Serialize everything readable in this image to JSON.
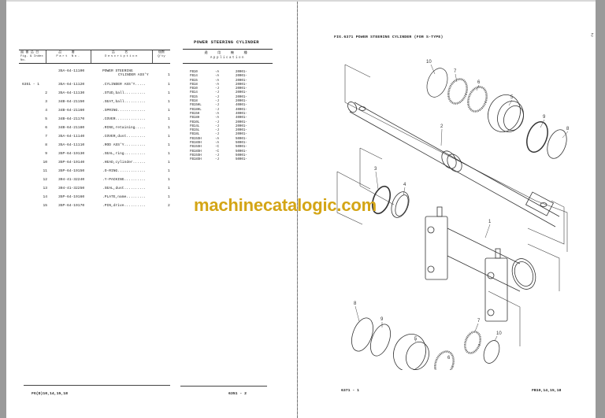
{
  "left_page": {
    "section_title": "POWER STEERING CYLINDER",
    "table_header": {
      "ref_jp": "図 番 品 目",
      "ref_en": "Fig. & Index No.",
      "part_jp": "品 番",
      "part_en": "Part No.",
      "desc_jp": "品 名",
      "desc_en": "Description",
      "qty_jp": "個数",
      "qty_en": "Q'ty"
    },
    "application_header": {
      "jp": "適 用 機 種",
      "en": "Application"
    },
    "parts": [
      {
        "ref": "",
        "part_no": "35A-64-11100",
        "description": "POWER STEERING",
        "description2": "CYLINDER ASS'Y",
        "qty": "1"
      },
      {
        "ref": "6351 - 1",
        "part_no": "35A-64-11120",
        "description": ".CYLINDER ASS'Y.....",
        "qty": "1"
      },
      {
        "ref": "2",
        "part_no": "35A-64-11130",
        "description": ".STUD,ball..........",
        "qty": "1"
      },
      {
        "ref": "3",
        "part_no": "34B-64-21150",
        "description": ".SEAT,ball..........",
        "qty": "1"
      },
      {
        "ref": "4",
        "part_no": "34B-64-21160",
        "description": ".SPRING.............",
        "qty": "1"
      },
      {
        "ref": "5",
        "part_no": "34B-64-21170",
        "description": ".COVER..............",
        "qty": "1"
      },
      {
        "ref": "6",
        "part_no": "34B-64-21180",
        "description": ".RING,retaining.....",
        "qty": "1"
      },
      {
        "ref": "7",
        "part_no": "35A-64-11140",
        "description": ".COVER,dust.........",
        "qty": "1"
      },
      {
        "ref": "8",
        "part_no": "35A-64-11110",
        "description": ".ROD ASS'Y..........",
        "qty": "1"
      },
      {
        "ref": "9",
        "part_no": "35P-64-19130",
        "description": ".SEAL,ring..........",
        "qty": "1"
      },
      {
        "ref": "10",
        "part_no": "35P-64-19140",
        "description": ".HEAD,cylinder......",
        "qty": "1"
      },
      {
        "ref": "11",
        "part_no": "35P-64-19150",
        "description": ".O-RING.............",
        "qty": "1"
      },
      {
        "ref": "12",
        "part_no": "304-41-32240",
        "description": ".Y-PACKING..........",
        "qty": "1"
      },
      {
        "ref": "13",
        "part_no": "304-41-32250",
        "description": ".SEAL,dust..........",
        "qty": "1"
      },
      {
        "ref": "14",
        "part_no": "35P-64-19160",
        "description": ".PLATE,name.........",
        "qty": "1"
      },
      {
        "ref": "15",
        "part_no": "35P-64-19170",
        "description": ".PIN,drive..........",
        "qty": "2"
      }
    ],
    "applications": [
      {
        "model": "FB10",
        "type": "-A",
        "serial": "20001-"
      },
      {
        "model": "FB14",
        "type": "-A",
        "serial": "20001-"
      },
      {
        "model": "FB15",
        "type": "-A",
        "serial": "20001-"
      },
      {
        "model": "FB18",
        "type": "-A",
        "serial": "20001-"
      },
      {
        "model": "FB10",
        "type": "-J",
        "serial": "20001-"
      },
      {
        "model": "FB14",
        "type": "-J",
        "serial": "20001-"
      },
      {
        "model": "FB15",
        "type": "-J",
        "serial": "20001-"
      },
      {
        "model": "FB18",
        "type": "-J",
        "serial": "20001-"
      },
      {
        "model": "FB15HL",
        "type": "-J",
        "serial": "40001-"
      },
      {
        "model": "FB18HL",
        "type": "-J",
        "serial": "40001-"
      },
      {
        "model": "FB15H",
        "type": "-A",
        "serial": "40001-"
      },
      {
        "model": "FB18H",
        "type": "-A",
        "serial": "40001-"
      },
      {
        "model": "FB10L",
        "type": "-J",
        "serial": "20001-"
      },
      {
        "model": "FB14L",
        "type": "-J",
        "serial": "20001-"
      },
      {
        "model": "FB15L",
        "type": "-J",
        "serial": "20001-"
      },
      {
        "model": "FB18L",
        "type": "-J",
        "serial": "20001-"
      },
      {
        "model": "FB15SH",
        "type": "-A",
        "serial": "50001-"
      },
      {
        "model": "FB18SH",
        "type": "-A",
        "serial": "50001-"
      },
      {
        "model": "FB15SH",
        "type": "-C",
        "serial": "50001-"
      },
      {
        "model": "FB18SH",
        "type": "-C",
        "serial": "50001-"
      },
      {
        "model": "FB15SH",
        "type": "-J",
        "serial": "50001-"
      },
      {
        "model": "FB18SH",
        "type": "-J",
        "serial": "50001-"
      }
    ],
    "footer": {
      "models": "FG(D)10,14,15,18",
      "page": "6351 - 2"
    }
  },
  "right_page": {
    "figure_title": "FIG.6371  POWER STEERING CYLINDER (FOR S-TYPE)",
    "page_mark": "2",
    "callouts": [
      "1",
      "2",
      "3",
      "4",
      "5",
      "6",
      "7",
      "8",
      "9",
      "10",
      "5",
      "6",
      "7",
      "8",
      "9",
      "10"
    ],
    "footer": {
      "page": "6371 - 1",
      "models": "FB10,14,15,18"
    }
  },
  "watermark": "machinecatalogic.com",
  "colors": {
    "watermark": "#d4a516",
    "page_bg": "#ffffff",
    "viewer_bg": "#a0a0a0",
    "ink": "#222222"
  }
}
